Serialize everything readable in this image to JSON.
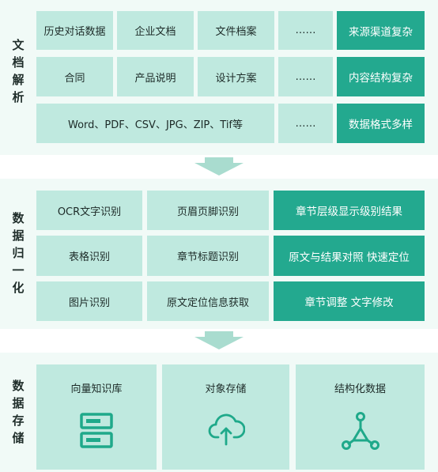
{
  "parse": {
    "label": [
      "文",
      "档",
      "解",
      "析"
    ],
    "row1": [
      "历史对话数据",
      "企业文档",
      "文件档案",
      "……"
    ],
    "row1_tag": "来源渠道复杂",
    "row2": [
      "合同",
      "产品说明",
      "设计方案",
      "……"
    ],
    "row2_tag": "内容结构复杂",
    "row3": [
      "Word、PDF、CSV、JPG、ZIP、Tif等",
      "……"
    ],
    "row3_tag": "数据格式多样"
  },
  "normalize": {
    "label": [
      "数",
      "据",
      "归",
      "一",
      "化"
    ],
    "rows": [
      [
        "OCR文字识别",
        "页眉页脚识别",
        "章节层级显示级别结果"
      ],
      [
        "表格识别",
        "章节标题识别",
        "原文与结果对照 快速定位"
      ],
      [
        "图片识别",
        "原文定位信息获取",
        "章节调整 文字修改"
      ]
    ]
  },
  "storage": {
    "label": [
      "数",
      "据",
      "存",
      "储"
    ],
    "boxes": [
      "向量知识库",
      "对象存储",
      "结构化数据"
    ],
    "icons": [
      "server-icon",
      "cloud-upload-icon",
      "molecule-network-icon"
    ]
  },
  "colors": {
    "light": "#bfe9df",
    "dark": "#23a98f",
    "band": "#f1faf7",
    "arrow": "#a9dccf",
    "icon": "#1fa98a"
  }
}
